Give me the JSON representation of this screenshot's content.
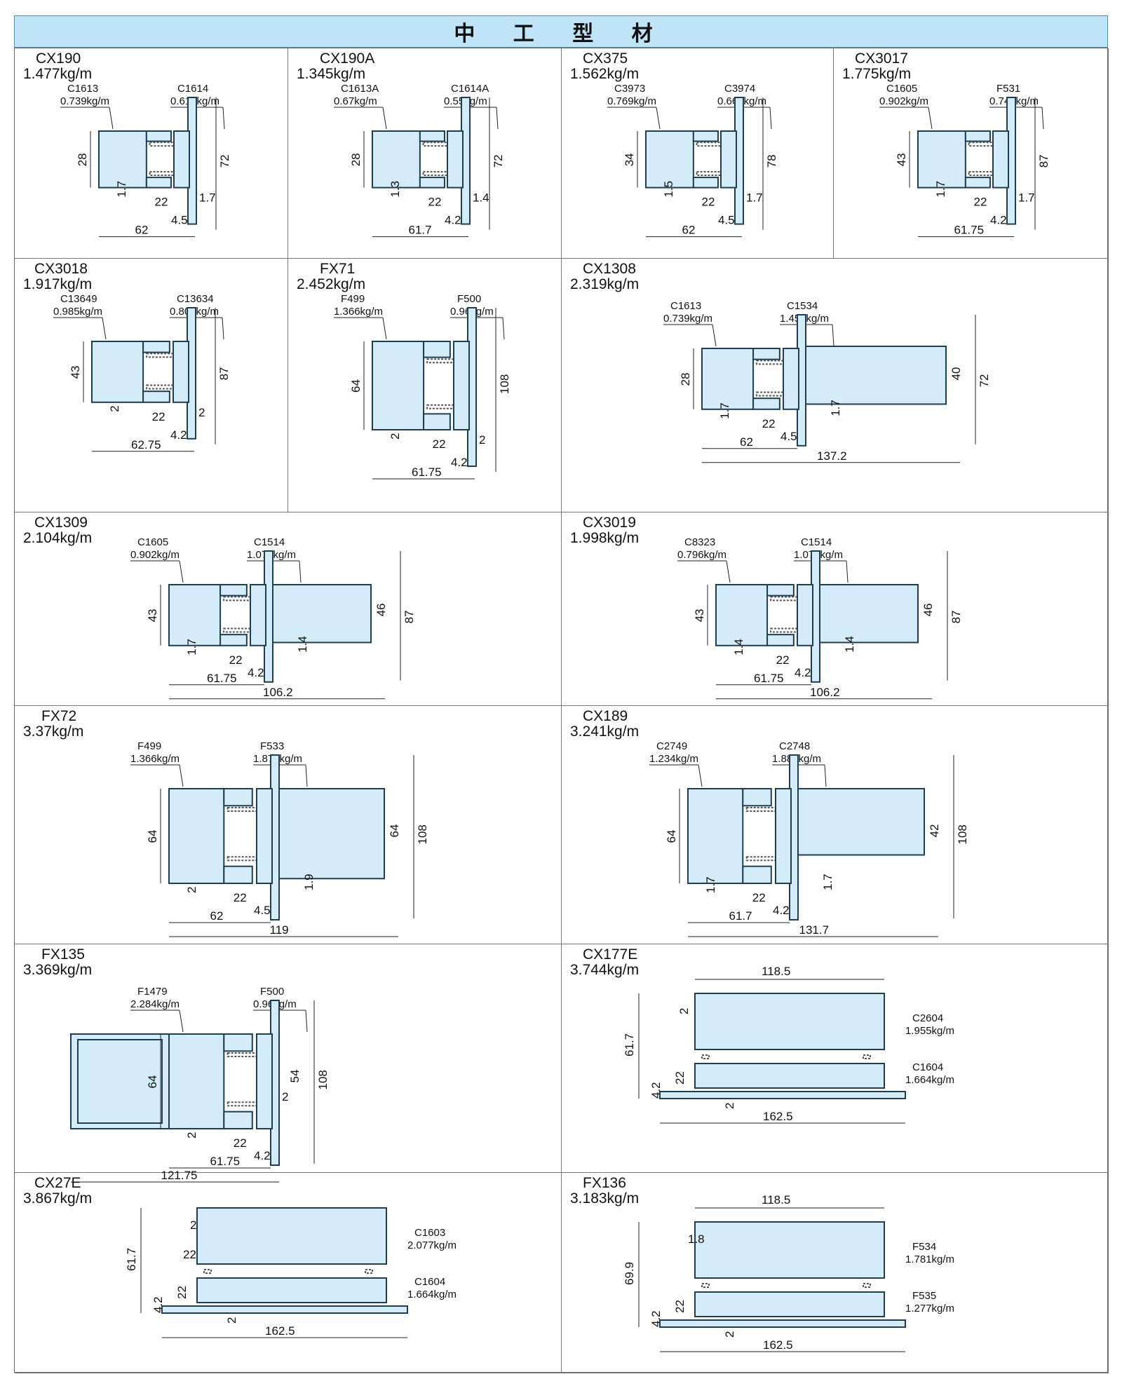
{
  "header": {
    "title": "中 工 型 材"
  },
  "profiles": [
    {
      "code": "CX190",
      "weight": "1.477kg/m",
      "parts": [
        [
          "C1613",
          "0.739kg/m"
        ],
        [
          "C1614",
          "0.613kg/m"
        ]
      ],
      "dims": [
        "28",
        "72",
        "1.7",
        "22",
        "1.7",
        "4.5",
        "62"
      ]
    },
    {
      "code": "CX190A",
      "weight": "1.345kg/m",
      "parts": [
        [
          "C1613A",
          "0.67kg/m"
        ],
        [
          "C1614A",
          "0.55kg/m"
        ]
      ],
      "dims": [
        "28",
        "72",
        "1.3",
        "22",
        "1.4",
        "4.2",
        "61.7"
      ]
    },
    {
      "code": "CX375",
      "weight": "1.562kg/m",
      "parts": [
        [
          "C3973",
          "0.769kg/m"
        ],
        [
          "C3974",
          "0.668kg/m"
        ]
      ],
      "dims": [
        "34",
        "78",
        "1.5",
        "22",
        "1.7",
        "4.5",
        "62"
      ]
    },
    {
      "code": "CX3017",
      "weight": "1.775kg/m",
      "parts": [
        [
          "C1605",
          "0.902kg/m"
        ],
        [
          "F531",
          "0.748kg/m"
        ]
      ],
      "dims": [
        "43",
        "87",
        "1.7",
        "22",
        "1.7",
        "4.2",
        "61.75"
      ]
    },
    {
      "code": "CX3018",
      "weight": "1.917kg/m",
      "parts": [
        [
          "C13649",
          "0.985kg/m"
        ],
        [
          "C13634",
          "0.807kg/m"
        ]
      ],
      "dims": [
        "43",
        "87",
        "2",
        "22",
        "2",
        "4.2",
        "62.75"
      ]
    },
    {
      "code": "FX71",
      "weight": "2.452kg/m",
      "parts": [
        [
          "F499",
          "1.366kg/m"
        ],
        [
          "F500",
          "0.96kg/m"
        ]
      ],
      "dims": [
        "64",
        "108",
        "2",
        "22",
        "2",
        "4.2",
        "61.75"
      ]
    },
    {
      "code": "CX1308",
      "weight": "2.319kg/m",
      "parts": [
        [
          "C1613",
          "0.739kg/m"
        ],
        [
          "C1534",
          "1.455kg/m"
        ]
      ],
      "dims": [
        "28",
        "40",
        "72",
        "1.7",
        "22",
        "1.7",
        "4.5",
        "62",
        "137.2"
      ]
    },
    {
      "code": "CX1309",
      "weight": "2.104kg/m",
      "parts": [
        [
          "C1605",
          "0.902kg/m"
        ],
        [
          "C1514",
          "1.077kg/m"
        ]
      ],
      "dims": [
        "43",
        "46",
        "87",
        "1.7",
        "22",
        "1.4",
        "4.2",
        "61.75",
        "106.2"
      ]
    },
    {
      "code": "CX3019",
      "weight": "1.998kg/m",
      "parts": [
        [
          "C8323",
          "0.796kg/m"
        ],
        [
          "C1514",
          "1.077kg/m"
        ]
      ],
      "dims": [
        "43",
        "46",
        "87",
        "1.4",
        "22",
        "1.4",
        "4.2",
        "61.75",
        "106.2"
      ]
    },
    {
      "code": "FX72",
      "weight": "3.37kg/m",
      "parts": [
        [
          "F499",
          "1.366kg/m"
        ],
        [
          "F533",
          "1.879kg/m"
        ]
      ],
      "dims": [
        "64",
        "64",
        "108",
        "2",
        "22",
        "1.9",
        "4.5",
        "62",
        "119"
      ]
    },
    {
      "code": "CX189",
      "weight": "3.241kg/m",
      "parts": [
        [
          "C2749",
          "1.234kg/m"
        ],
        [
          "C2748",
          "1.882kg/m"
        ]
      ],
      "dims": [
        "64",
        "42",
        "108",
        "1.7",
        "22",
        "1.7",
        "4.2",
        "61.7",
        "131.7"
      ]
    },
    {
      "code": "FX135",
      "weight": "3.369kg/m",
      "parts": [
        [
          "F1479",
          "2.284kg/m"
        ],
        [
          "F500",
          "0.96kg/m"
        ]
      ],
      "dims": [
        "64",
        "54",
        "108",
        "2",
        "22",
        "2",
        "4.2",
        "61.75",
        "121.75"
      ]
    },
    {
      "code": "CX177E",
      "weight": "3.744kg/m",
      "parts": [
        [
          "C2604",
          "1.955kg/m"
        ],
        [
          "C1604",
          "1.664kg/m"
        ]
      ],
      "dims": [
        "118.5",
        "2",
        "61.7",
        "22",
        "4.2",
        "2",
        "162.5"
      ]
    },
    {
      "code": "CX27E",
      "weight": "3.867kg/m",
      "parts": [
        [
          "C1603",
          "2.077kg/m"
        ],
        [
          "C1604",
          "1.664kg/m"
        ]
      ],
      "dims": [
        "2",
        "61.7",
        "22",
        "22",
        "4.2",
        "2",
        "162.5"
      ]
    },
    {
      "code": "FX136",
      "weight": "3.183kg/m",
      "parts": [
        [
          "F534",
          "1.781kg/m"
        ],
        [
          "F535",
          "1.277kg/m"
        ]
      ],
      "dims": [
        "118.5",
        "1.8",
        "69.9",
        "22",
        "4.2",
        "2",
        "162.5"
      ]
    }
  ],
  "colors": {
    "profile_fill": "#d3ecf7",
    "profile_stroke": "#1d3f55",
    "header_bg": "#bfe3f7",
    "strip": "#555555"
  }
}
